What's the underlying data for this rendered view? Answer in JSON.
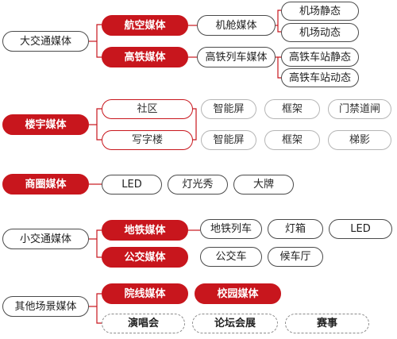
{
  "colors": {
    "accent": "#c8161d",
    "line": "#c8161d",
    "outline": "#4a4a4a",
    "muted_outline": "#b5b5b5"
  },
  "groups": {
    "big_transport": {
      "label": "大交通媒体",
      "aviation": {
        "label": "航空媒体",
        "cabin": "机舱媒体",
        "static": "机场静态",
        "dynamic": "机场动态"
      },
      "rail": {
        "label": "高铁媒体",
        "train": "高铁列车媒体",
        "static": "高铁车站静态",
        "dynamic": "高铁车站动态"
      }
    },
    "building": {
      "label": "楼宇媒体",
      "community": {
        "label": "社区",
        "screen": "智能屏",
        "frame": "框架",
        "gate": "门禁道闸"
      },
      "office": {
        "label": "写字楼",
        "screen": "智能屏",
        "frame": "框架",
        "elevator": "梯影"
      }
    },
    "mall": {
      "label": "商圈媒体",
      "items": [
        "LED",
        "灯光秀",
        "大牌"
      ]
    },
    "small_transport": {
      "label": "小交通媒体",
      "metro": {
        "label": "地铁媒体",
        "items": [
          "地铁列车",
          "灯箱",
          "LED"
        ]
      },
      "bus": {
        "label": "公交媒体",
        "items": [
          "公交车",
          "候车厅"
        ]
      }
    },
    "other": {
      "label": "其他场景媒体",
      "cinema": "院线媒体",
      "campus": "校园媒体",
      "events": [
        "演唱会",
        "论坛会展",
        "赛事"
      ]
    }
  }
}
